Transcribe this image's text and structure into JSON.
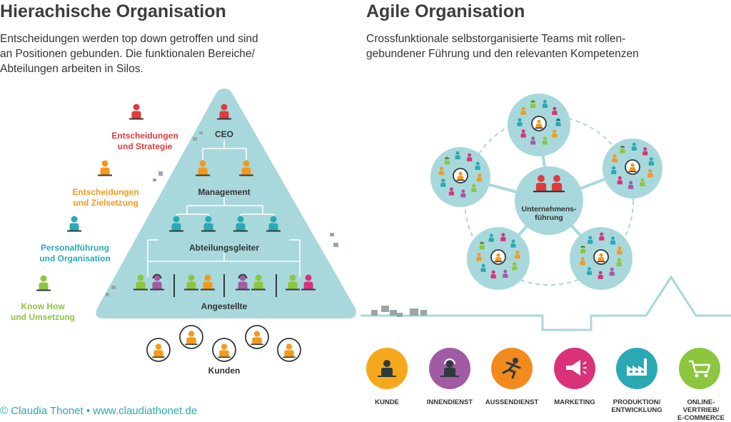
{
  "left": {
    "title": "Hierachische Organisation",
    "desc_lines": [
      "Entscheidungen werden top down getroffen und sind",
      "an Positionen gebunden. Die funktionalen Bereiche/",
      "Abteilungen arbeiten in Silos."
    ],
    "levels": [
      {
        "line1": "Entscheidungen",
        "line2": "und Strategie",
        "color": "#e03a3e"
      },
      {
        "line1": "Entscheidungen",
        "line2": "und Zielsetzung",
        "color": "#f39a1e"
      },
      {
        "line1": "Personalführung",
        "line2": "und Organisation",
        "color": "#2aa9b4"
      },
      {
        "line1": "Know How",
        "line2": "und Umsetzung",
        "color": "#8cc63f"
      }
    ],
    "pyramid": {
      "ceo": "CEO",
      "management": "Management",
      "abteilungsleiter": "Abteilungsgleiter",
      "angestellte": "Angestellte"
    },
    "kunden": "Kunden"
  },
  "right": {
    "title": "Agile Organisation",
    "desc_lines": [
      "Crossfunktionale selbstorganisierte Teams mit rollen-",
      "gebundener Führung und den relevanten Kompetenzen"
    ],
    "center_line1": "Unternehmens-",
    "center_line2": "führung"
  },
  "departments": [
    {
      "line1": "KUNDE",
      "line2": "",
      "icon": "customer-icon",
      "color": "#f6a81c"
    },
    {
      "line1": "INNENDIENST",
      "line2": "",
      "icon": "headset-icon",
      "color": "#a05ba3"
    },
    {
      "line1": "AUSSENDIENST",
      "line2": "",
      "icon": "runner-icon",
      "color": "#f28a1d"
    },
    {
      "line1": "MARKETING",
      "line2": "",
      "icon": "megaphone-icon",
      "color": "#d9327a"
    },
    {
      "line1": "PRODUKTION/",
      "line2": "ENTWICKLUNG",
      "icon": "factory-icon",
      "color": "#2aa9b4"
    },
    {
      "line1": "ONLINE-VERTRIEB/",
      "line2": "E-COMMERCE",
      "icon": "cart-icon",
      "color": "#8cc63f"
    }
  ],
  "colors": {
    "teal_light": "#a8d8dc",
    "red": "#e03a3e",
    "orange": "#f39a1e",
    "teal": "#2aa9b4",
    "green": "#8cc63f",
    "purple": "#a05ba3",
    "pink": "#d9327a"
  },
  "credit": "© Claudia Thonet • www.claudiathonet.de"
}
